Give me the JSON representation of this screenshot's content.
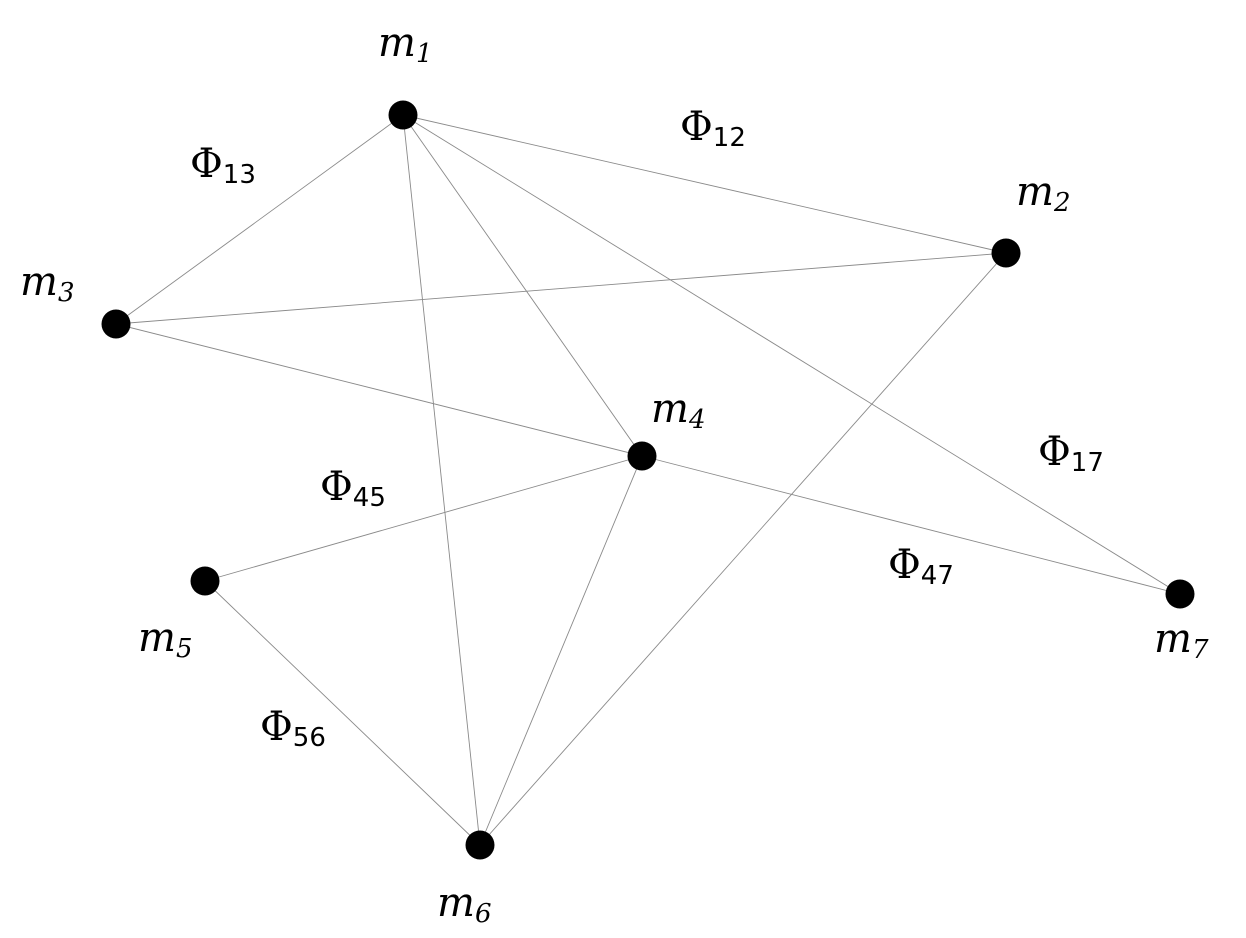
{
  "nodes": [
    {
      "id": "m1",
      "symbol": "m",
      "index": "1"
    },
    {
      "id": "m2",
      "symbol": "m",
      "index": "2"
    },
    {
      "id": "m3",
      "symbol": "m",
      "index": "3"
    },
    {
      "id": "m4",
      "symbol": "m",
      "index": "4"
    },
    {
      "id": "m5",
      "symbol": "m",
      "index": "5"
    },
    {
      "id": "m6",
      "symbol": "m",
      "index": "6"
    },
    {
      "id": "m7",
      "symbol": "m",
      "index": "7"
    }
  ],
  "edges": [
    {
      "from": "m1",
      "to": "m2",
      "label": {
        "symbol": "Φ",
        "index": "12"
      }
    },
    {
      "from": "m1",
      "to": "m3",
      "label": {
        "symbol": "Φ",
        "index": "13"
      }
    },
    {
      "from": "m1",
      "to": "m7",
      "label": {
        "symbol": "Φ",
        "index": "17"
      }
    },
    {
      "from": "m4",
      "to": "m5",
      "label": {
        "symbol": "Φ",
        "index": "45"
      }
    },
    {
      "from": "m4",
      "to": "m7",
      "label": {
        "symbol": "Φ",
        "index": "47"
      }
    },
    {
      "from": "m5",
      "to": "m6",
      "label": {
        "symbol": "Φ",
        "index": "56"
      }
    },
    {
      "from": "m1",
      "to": "m6"
    },
    {
      "from": "m1",
      "to": "m4"
    },
    {
      "from": "m3",
      "to": "m2"
    },
    {
      "from": "m3",
      "to": "m4"
    },
    {
      "from": "m2",
      "to": "m6"
    },
    {
      "from": "m4",
      "to": "m6"
    }
  ],
  "colors": {
    "node": "#000000",
    "edge": "#8a8a8a",
    "background": "#ffffff"
  }
}
